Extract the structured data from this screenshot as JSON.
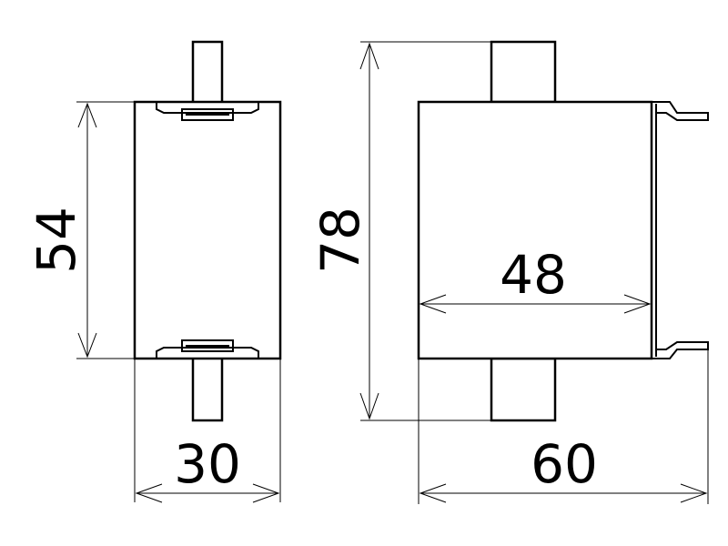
{
  "dimensions": {
    "side_height": "54",
    "side_width": "30",
    "front_height": "78",
    "front_inner_width": "48",
    "front_width": "60"
  },
  "colors": {
    "line": "#000000",
    "background": "#ffffff"
  }
}
